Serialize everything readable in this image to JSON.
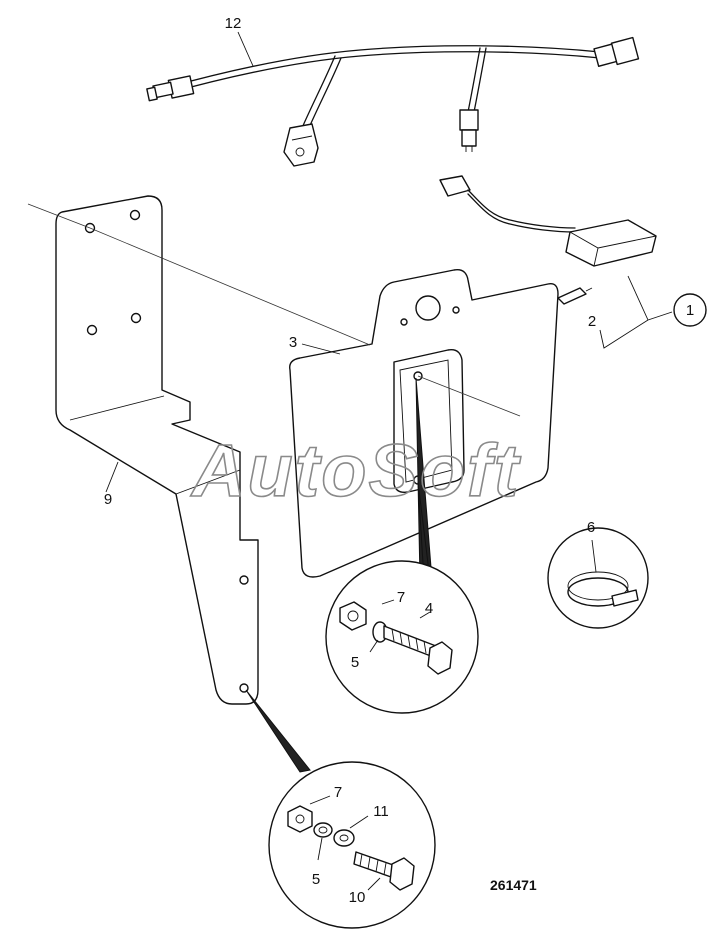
{
  "diagram": {
    "callouts": [
      {
        "id": "label-12",
        "text": "12"
      },
      {
        "id": "label-3",
        "text": "3"
      },
      {
        "id": "label-2",
        "text": "2"
      },
      {
        "id": "label-1",
        "text": "1"
      },
      {
        "id": "label-9",
        "text": "9"
      },
      {
        "id": "label-6",
        "text": "6"
      },
      {
        "id": "label-7a",
        "text": "7"
      },
      {
        "id": "label-4",
        "text": "4"
      },
      {
        "id": "label-5a",
        "text": "5"
      },
      {
        "id": "label-7b",
        "text": "7"
      },
      {
        "id": "label-11",
        "text": "11"
      },
      {
        "id": "label-5b",
        "text": "5"
      },
      {
        "id": "label-10",
        "text": "10"
      }
    ],
    "catalog_number": "261471",
    "watermark": "AutoSoft"
  }
}
